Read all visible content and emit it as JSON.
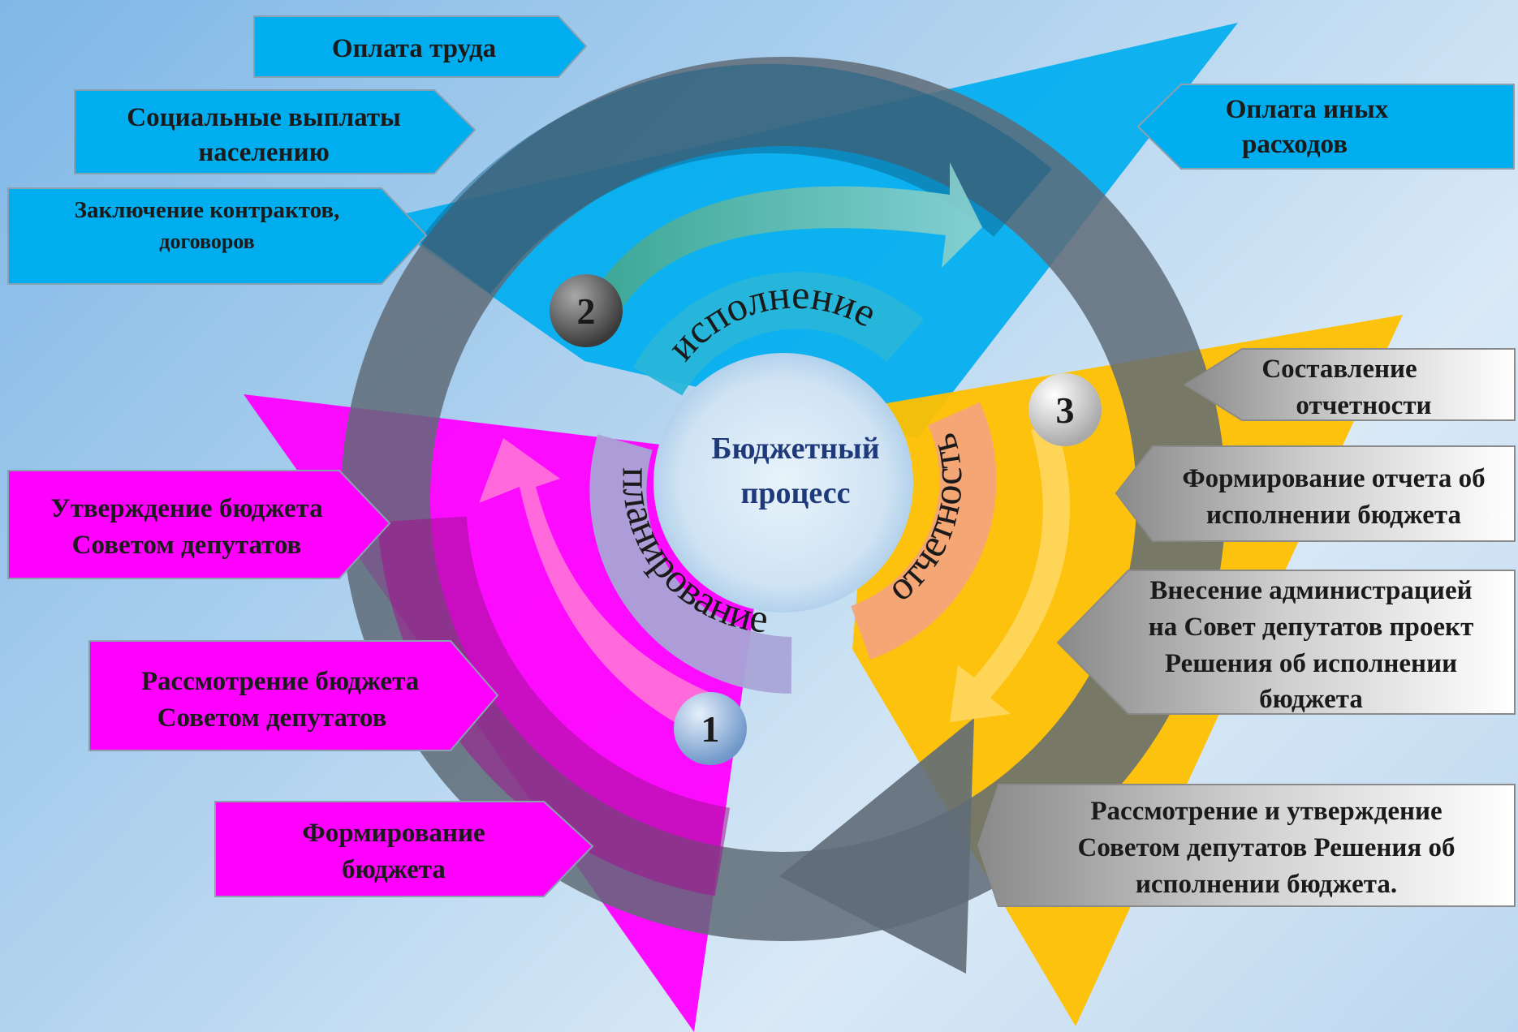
{
  "center": {
    "line1": "Бюджетный",
    "line2": "процесс"
  },
  "stages": [
    {
      "number": "1",
      "title": "планирование",
      "color": "#ff00ff"
    },
    {
      "number": "2",
      "title": "исполнение",
      "color": "#00aeef"
    },
    {
      "number": "3",
      "title": "отчетность",
      "color": "#ffc000"
    }
  ],
  "execution_labels": [
    {
      "lines": [
        "Оплата труда"
      ]
    },
    {
      "lines": [
        "Социальные выплаты",
        "населению"
      ]
    },
    {
      "lines": [
        "Заключение контрактов,",
        "договоров"
      ]
    },
    {
      "lines": [
        "Оплата иных",
        "расходов"
      ]
    }
  ],
  "planning_labels": [
    {
      "lines": [
        "Утверждение бюджета",
        "Советом депутатов"
      ]
    },
    {
      "lines": [
        "Рассмотрение бюджета",
        "Советом депутатов"
      ]
    },
    {
      "lines": [
        "Формирование",
        "бюджета"
      ]
    }
  ],
  "reporting_labels": [
    {
      "lines": [
        "Составление",
        "отчетности"
      ]
    },
    {
      "lines": [
        "Формирование отчета об",
        "исполнении бюджета"
      ]
    },
    {
      "lines": [
        "Внесение администрацией",
        "на Совет депутатов  проект",
        "Решения об исполнении",
        "бюджета"
      ]
    },
    {
      "lines": [
        "Рассмотрение и утверждение",
        "Советом депутатов Решения об",
        "исполнении бюджета."
      ]
    }
  ]
}
